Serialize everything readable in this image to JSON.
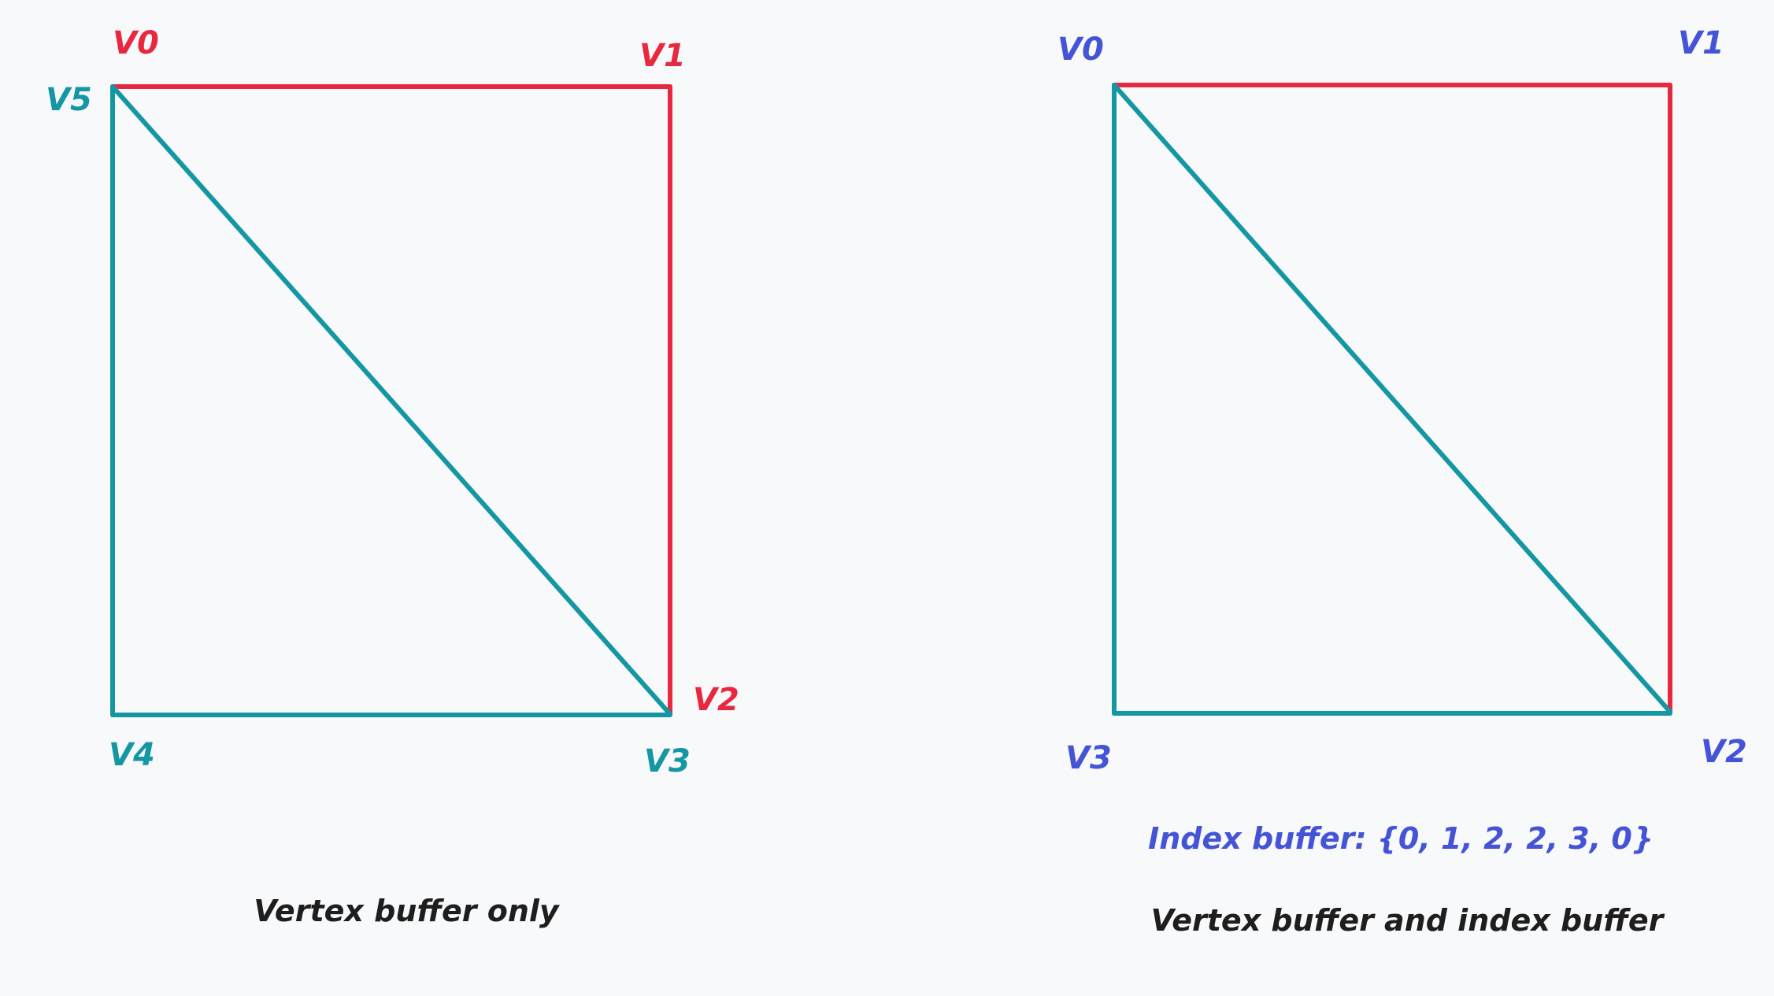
{
  "colors": {
    "background": "#f7f9fb",
    "red": "#e8283f",
    "teal": "#1496a3",
    "blue": "#4554d6",
    "caption": "#1e1e1e"
  },
  "left": {
    "caption": "Vertex buffer only",
    "vertices": {
      "v0": "V0",
      "v1": "V1",
      "v2": "V2",
      "v3": "V3",
      "v4": "V4",
      "v5": "V5"
    }
  },
  "right": {
    "caption": "Vertex buffer and index buffer",
    "index_buffer": "Index buffer: {0, 1, 2, 2, 3, 0}",
    "vertices": {
      "v0": "V0",
      "v1": "V1",
      "v2": "V2",
      "v3": "V3"
    }
  }
}
